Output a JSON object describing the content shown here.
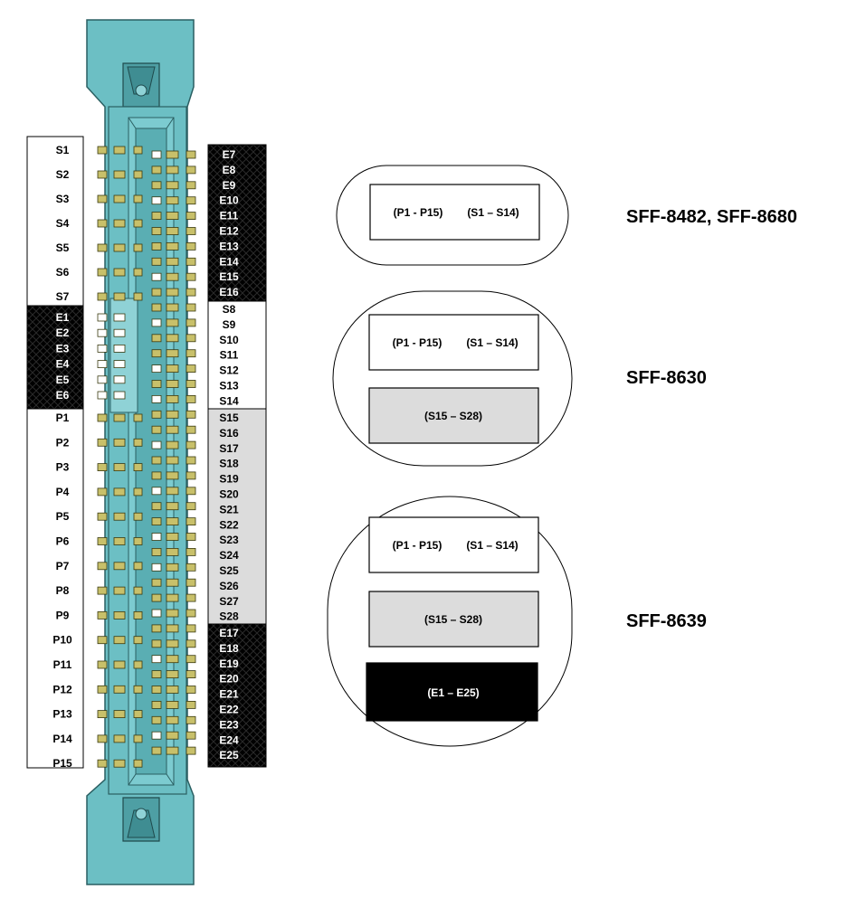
{
  "connector": {
    "left_column": {
      "s_group": [
        "S1",
        "S2",
        "S3",
        "S4",
        "S5",
        "S6",
        "S7"
      ],
      "e_group": [
        "E1",
        "E2",
        "E3",
        "E4",
        "E5",
        "E6"
      ],
      "p_group": [
        "P1",
        "P2",
        "P3",
        "P4",
        "P5",
        "P6",
        "P7",
        "P8",
        "P9",
        "P10",
        "P11",
        "P12",
        "P13",
        "P14",
        "P15"
      ]
    },
    "right_column": {
      "e_top": [
        "E7",
        "E8",
        "E9",
        "E10",
        "E11",
        "E12",
        "E13",
        "E14",
        "E15",
        "E16"
      ],
      "s_upper": [
        "S8",
        "S9",
        "S10",
        "S11",
        "S12",
        "S13",
        "S14"
      ],
      "s_lower": [
        "S15",
        "S16",
        "S17",
        "S18",
        "S19",
        "S20",
        "S21",
        "S22",
        "S23",
        "S24",
        "S25",
        "S26",
        "S27",
        "S28"
      ],
      "e_bottom": [
        "E17",
        "E18",
        "E19",
        "E20",
        "E21",
        "E22",
        "E23",
        "E24",
        "E25"
      ]
    },
    "colors": {
      "body": "#6cbfc4",
      "pin": "#c8c06a",
      "e_fill": "#000000",
      "s_lower_fill": "#dcdcdc",
      "white_fill": "#ffffff"
    }
  },
  "standards": [
    {
      "title": "SFF-8482, SFF-8680",
      "boxes": [
        {
          "p": "(P1 - P15)",
          "s": "(S1 – S14)"
        }
      ]
    },
    {
      "title": "SFF-8630",
      "boxes": [
        {
          "p": "(P1 - P15)",
          "s": "(S1 – S14)"
        },
        {
          "label": "(S15 – S28)"
        }
      ]
    },
    {
      "title": "SFF-8639",
      "boxes": [
        {
          "p": "(P1 - P15)",
          "s": "(S1 – S14)"
        },
        {
          "label": "(S15 – S28)"
        },
        {
          "label": "(E1 – E25)"
        }
      ]
    }
  ]
}
